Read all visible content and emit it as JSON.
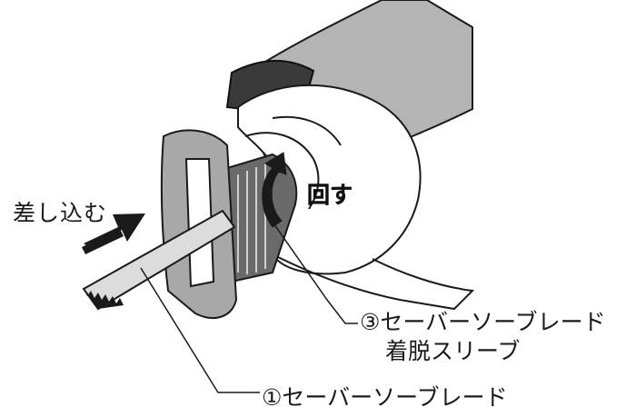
{
  "labels": {
    "insert": "差し込む",
    "rotate": "回す",
    "sleeve_line1": "③セーバーソーブレード",
    "sleeve_line2": "着脱スリーブ",
    "blade": "①セーバーソーブレード"
  },
  "colors": {
    "ink": "#1a1a1a",
    "tool_body": "#9a9a9a",
    "tool_dark": "#3a3a3a",
    "blade": "#d8d8d8"
  }
}
